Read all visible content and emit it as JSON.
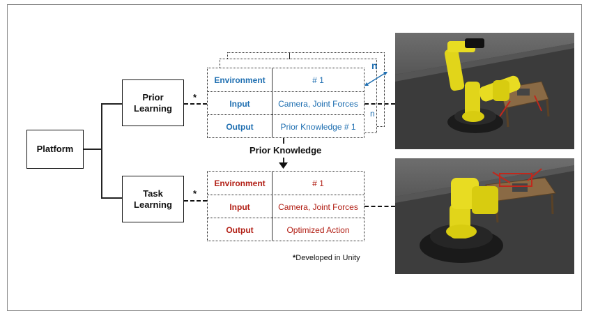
{
  "platform": {
    "label": "Platform"
  },
  "prior": {
    "label": "Prior\nLearning",
    "star": "*",
    "rows": [
      {
        "label": "Environment",
        "value": "# 1"
      },
      {
        "label": "Input",
        "value": "Camera, Joint Forces"
      },
      {
        "label": "Output",
        "value": "Prior Knowledge # 1"
      }
    ],
    "stack_n_big": "n",
    "stack_n_small": "n",
    "color": "#1f6fb1"
  },
  "prior_knowledge": {
    "label": "Prior Knowledge"
  },
  "task": {
    "label": "Task\nLearning",
    "star": "*",
    "rows": [
      {
        "label": "Environment",
        "value": "# 1"
      },
      {
        "label": "Input",
        "value": "Camera, Joint Forces"
      },
      {
        "label": "Output",
        "value": "Optimized Action"
      }
    ],
    "color": "#b22016"
  },
  "footnote": {
    "star": "*",
    "text": "Developed in Unity"
  }
}
